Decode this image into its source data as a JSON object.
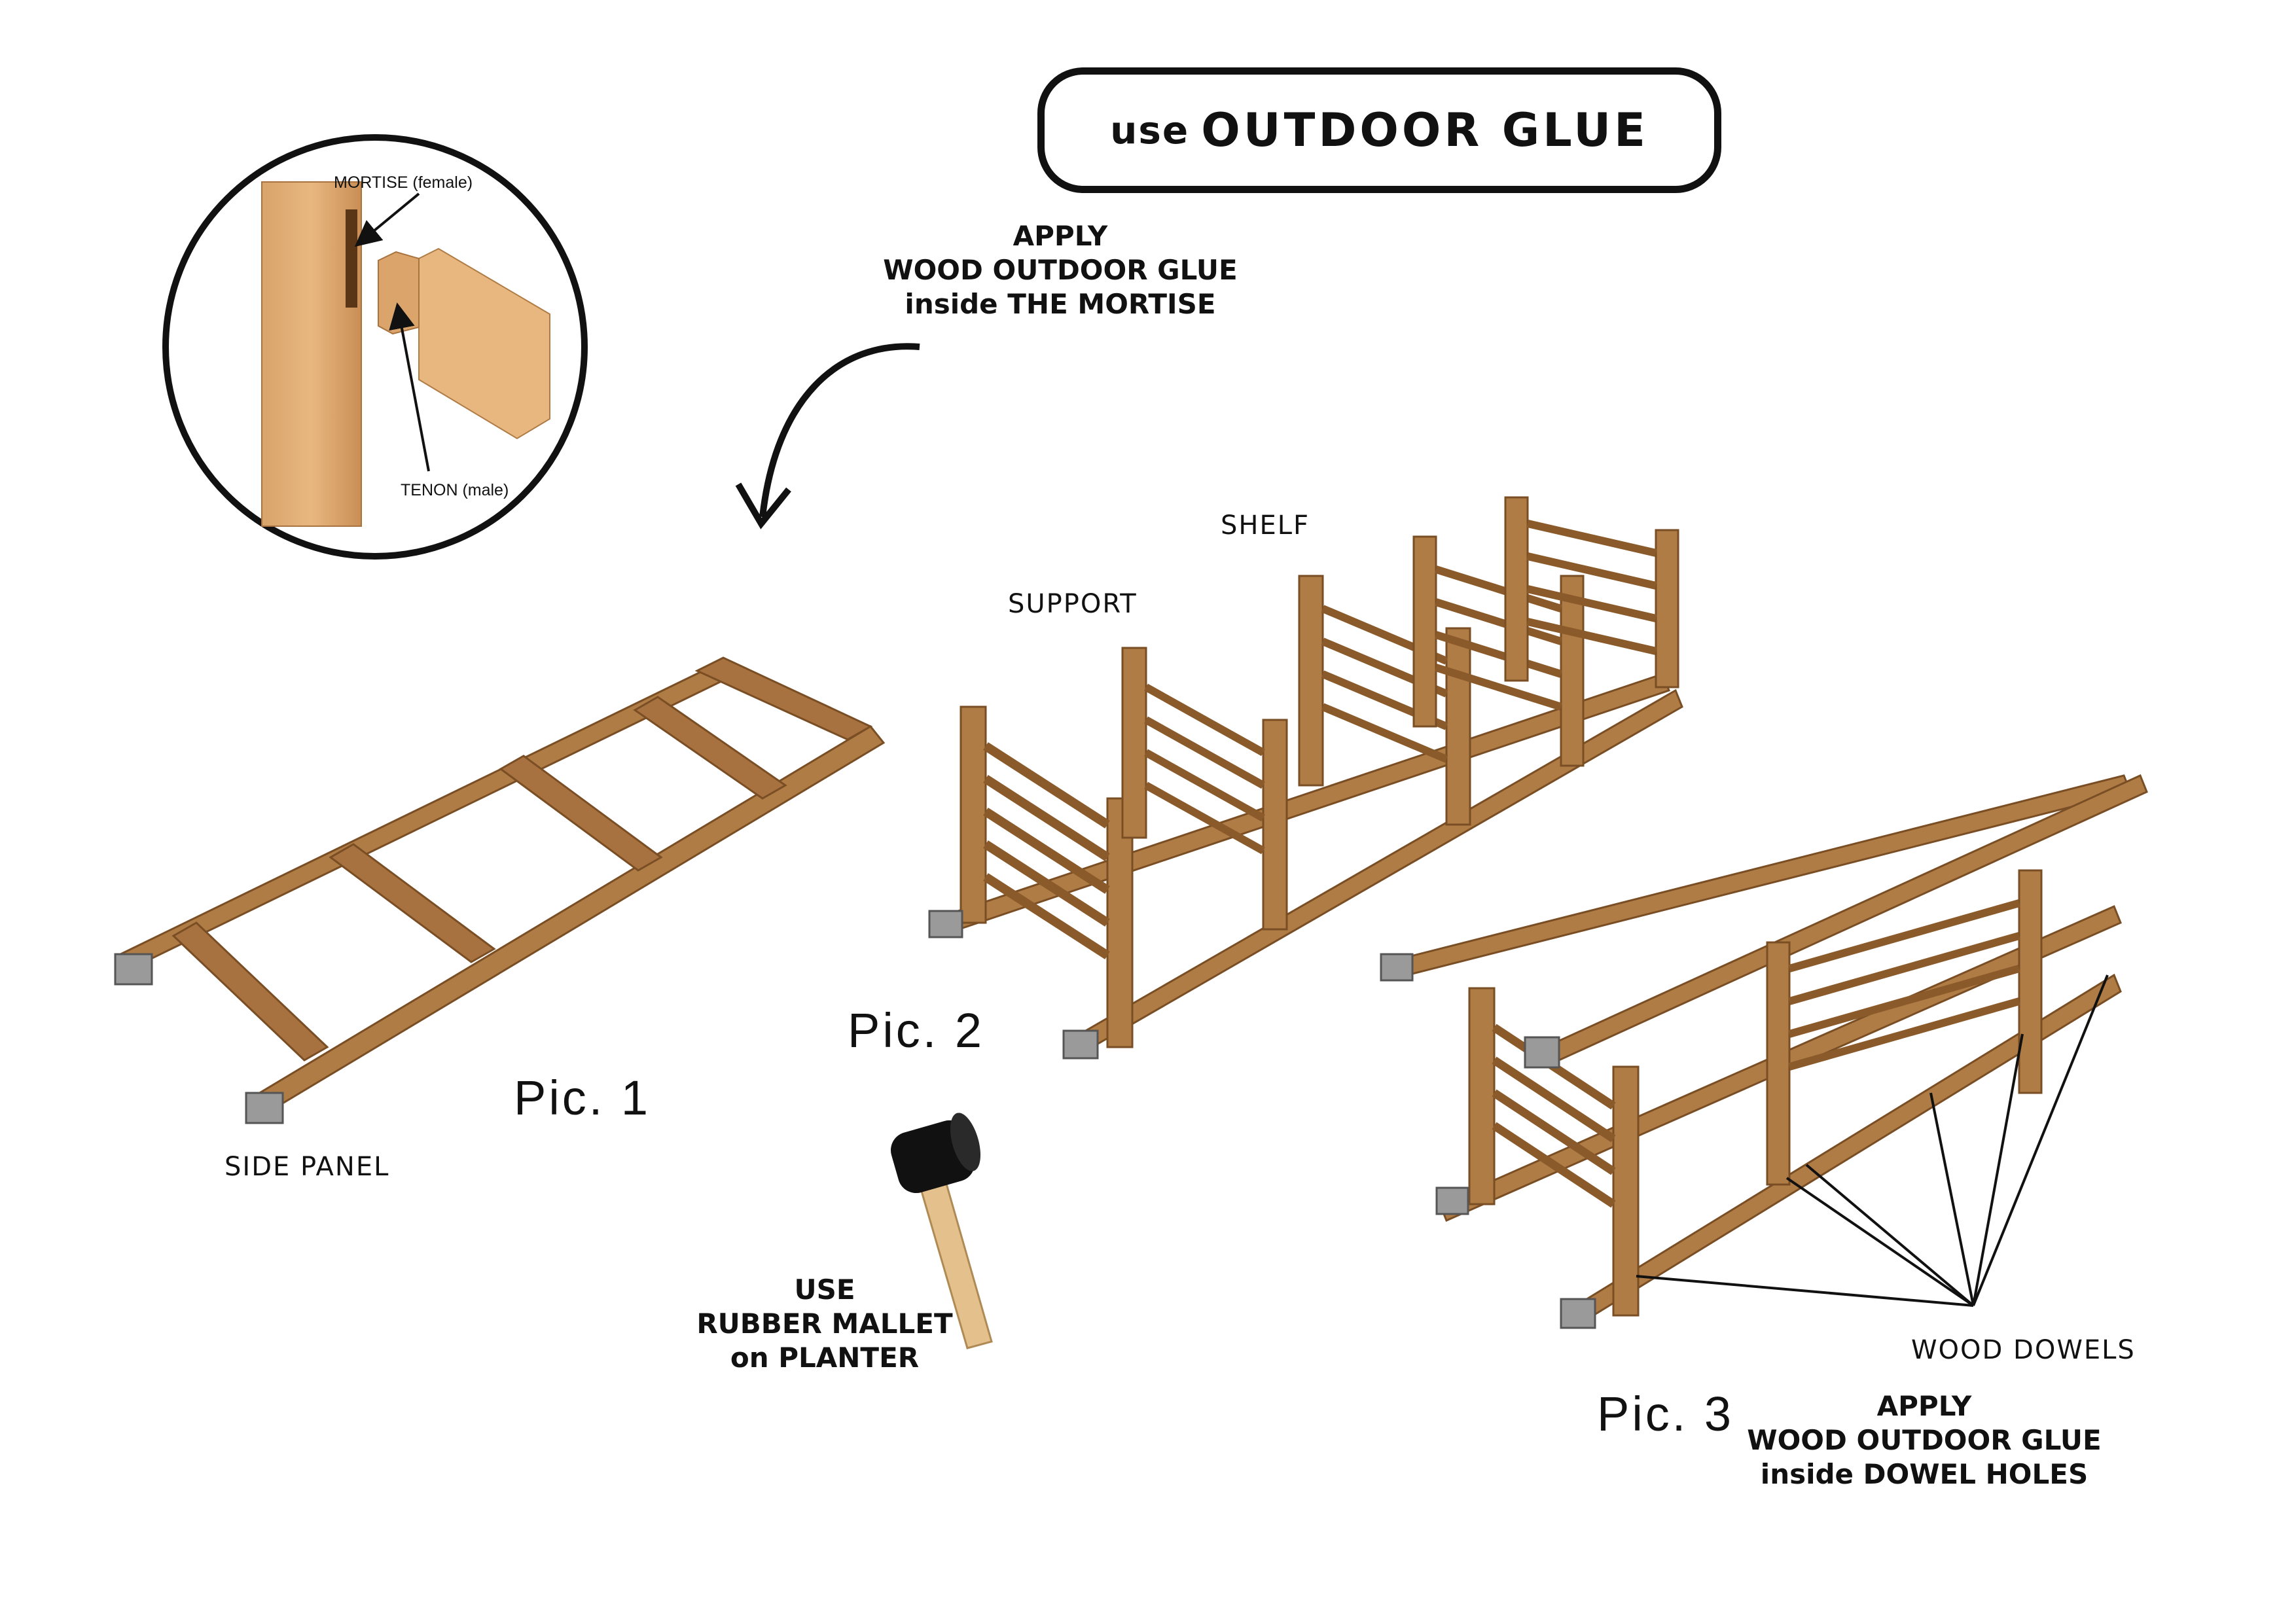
{
  "header": {
    "glue_prefix": "use",
    "glue_main": "OUTDOOR GLUE"
  },
  "mortise_note": {
    "line1": "APPLY",
    "line2": "WOOD OUTDOOR GLUE",
    "line3": "inside THE MORTISE"
  },
  "detail": {
    "mortise_label": "MORTISE (female)",
    "tenon_label": "TENON (male)"
  },
  "parts": {
    "side_panel": "SIDE PANEL",
    "support": "SUPPORT",
    "shelf": "SHELF",
    "wood_dowels": "WOOD DOWELS"
  },
  "pics": {
    "pic1": "Pic. 1",
    "pic2": "Pic. 2",
    "pic3": "Pic. 3"
  },
  "mallet_note": {
    "line1": "USE",
    "line2": "RUBBER MALLET",
    "line3": "on PLANTER"
  },
  "dowel_note": {
    "line1": "APPLY",
    "line2": "WOOD OUTDOOR GLUE",
    "line3": "inside DOWEL HOLES"
  },
  "colors": {
    "wood": "#b07c45",
    "wood_light": "#d6a06a",
    "wood_dark": "#7a4e24",
    "metal": "#9a9a9a",
    "ink": "#111111"
  }
}
